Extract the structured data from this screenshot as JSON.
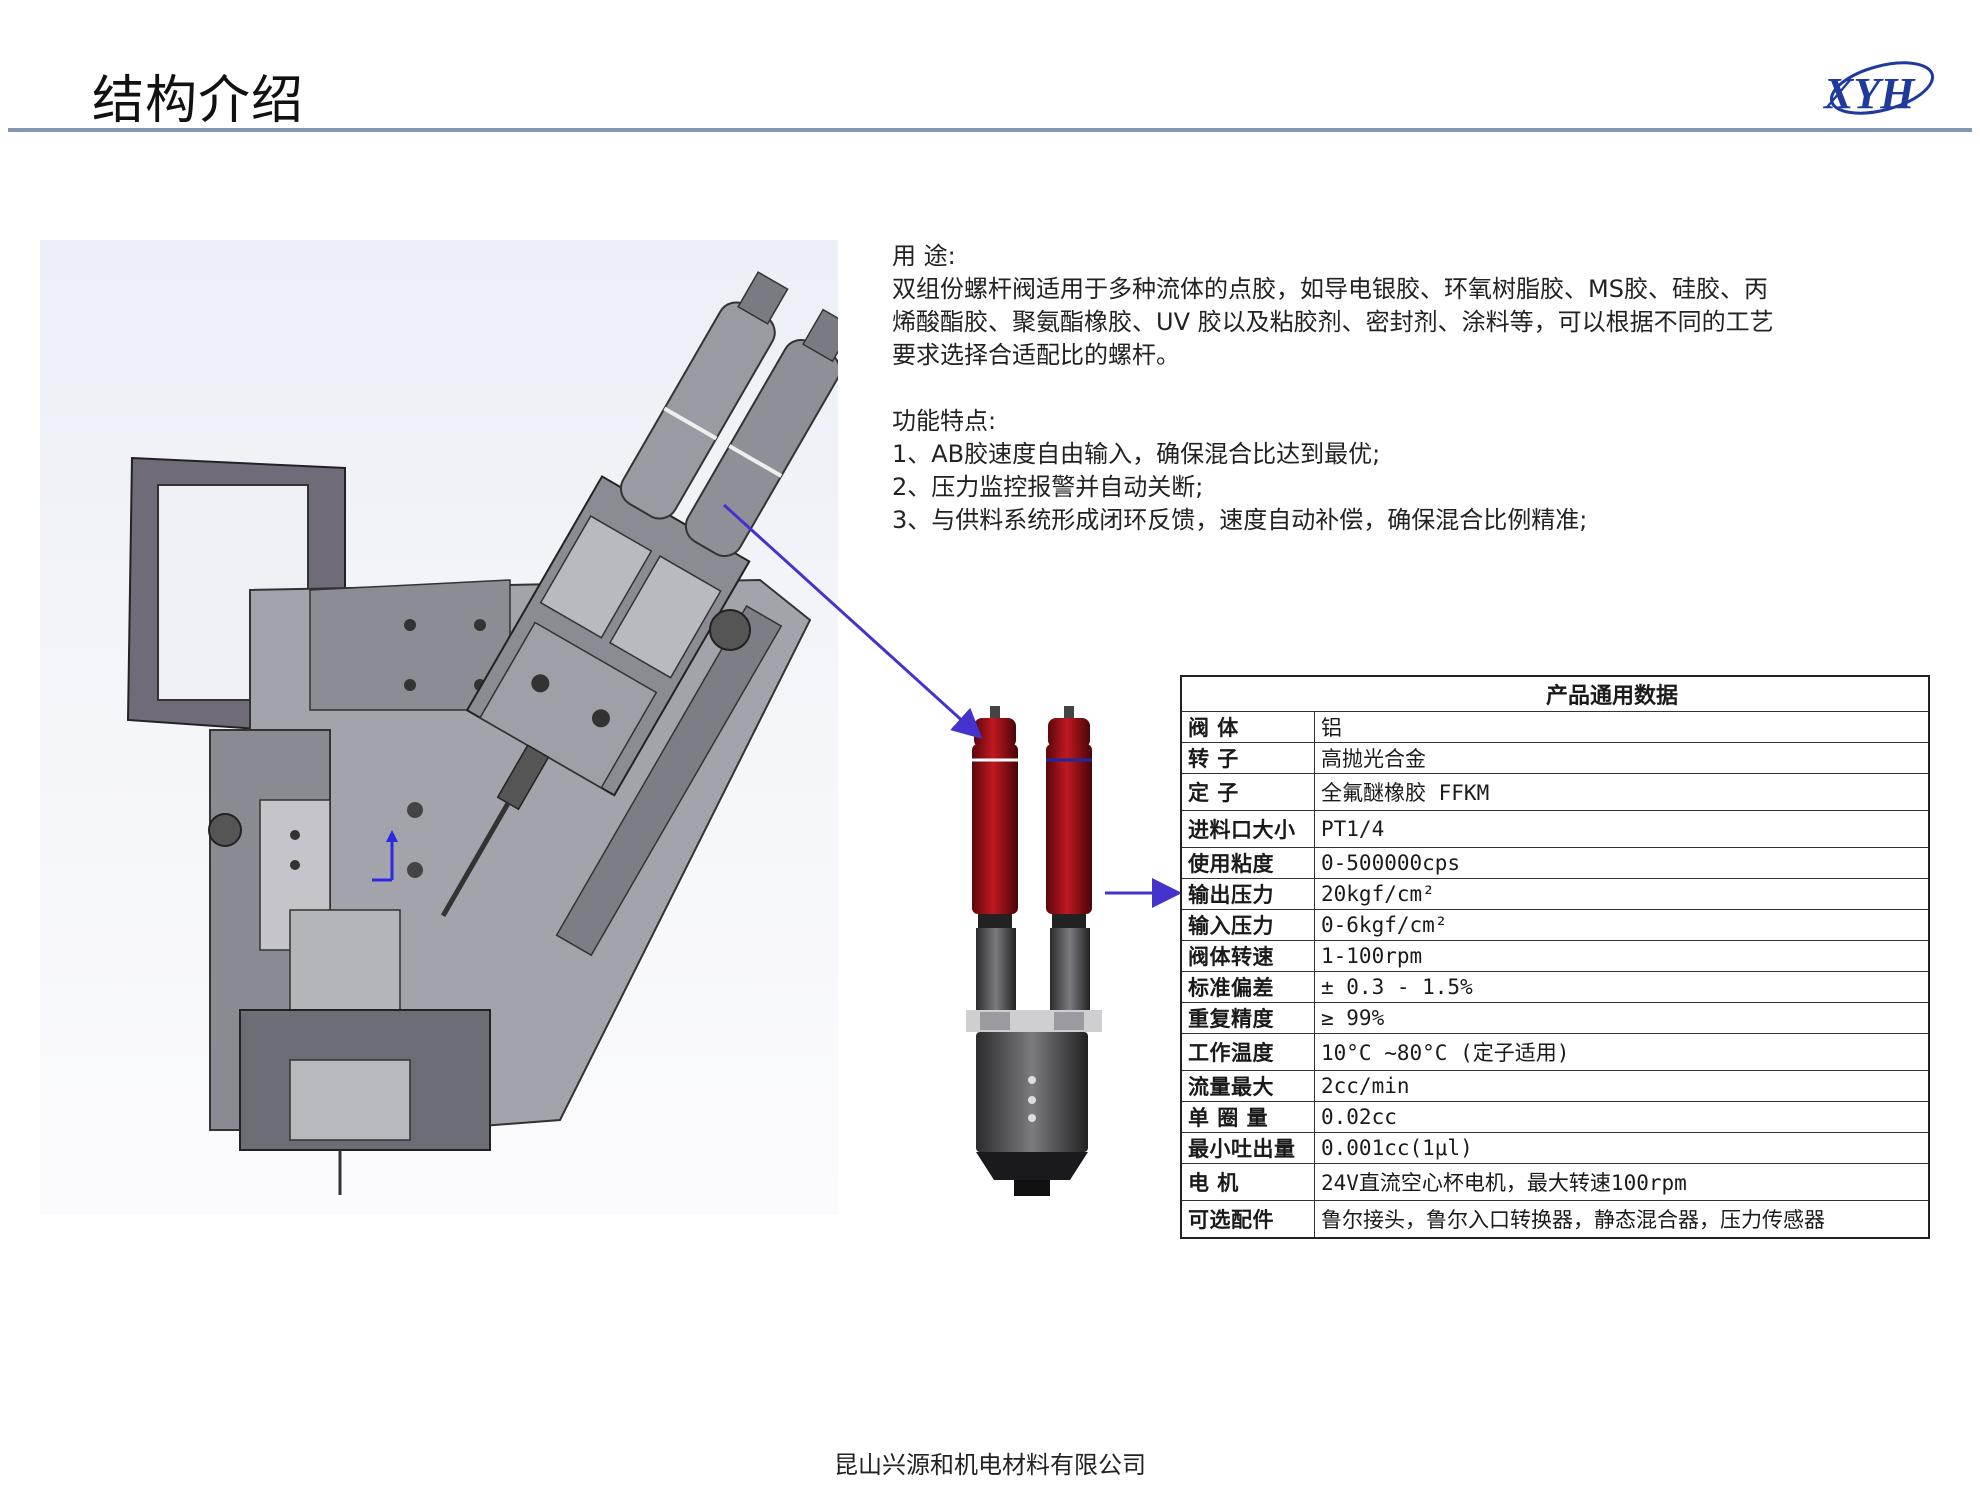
{
  "header": {
    "title": "结构介绍",
    "logo_text": "XYH",
    "rule_color": "#8497b0",
    "logo_color": "#1f3a9c"
  },
  "description": {
    "usage_heading": "用  途:",
    "usage_lines": [
      "双组份螺杆阀适用于多种流体的点胶，如导电银胶、环氧树脂胶、MS胶、硅胶、丙",
      "烯酸酯胶、聚氨酯橡胶、UV 胶以及粘胶剂、密封剂、涂料等，可以根据不同的工艺",
      "要求选择合适配比的螺杆。"
    ],
    "features_heading": "功能特点:",
    "features": [
      "1、AB胶速度自由输入，确保混合比达到最优;",
      "2、压力监控报警并自动关断;",
      "3、与供料系统形成闭环反馈，速度自动补偿，确保混合比例精准;"
    ]
  },
  "images": {
    "cad_model": "assembly-cad-icon",
    "valve_photo": "dual-valve-icon",
    "arrow_color": "#4433cc",
    "valve_red": "#9b0f14"
  },
  "spec_table": {
    "title": "产品通用数据",
    "rows": [
      {
        "key": "阀    体",
        "value": "铝"
      },
      {
        "key": "转    子",
        "value": "高抛光合金"
      },
      {
        "key": "定    子",
        "value": "全氟醚橡胶 FFKM"
      },
      {
        "key": "进料口大小",
        "value": "PT1/4"
      },
      {
        "key": "使用粘度",
        "value": "0-500000cps"
      },
      {
        "key": "输出压力",
        "value": "20kgf/cm²"
      },
      {
        "key": "输入压力",
        "value": "0-6kgf/cm²"
      },
      {
        "key": "阀体转速",
        "value": "1-100rpm"
      },
      {
        "key": "标准偏差",
        "value": "± 0.3 - 1.5%"
      },
      {
        "key": "重复精度",
        "value": "≥ 99%"
      },
      {
        "key": "工作温度",
        "value": "10°C ~80°C (定子适用)"
      },
      {
        "key": "流量最大",
        "value": "2cc/min"
      },
      {
        "key": "单 圈 量",
        "value": "0.02cc"
      },
      {
        "key": "最小吐出量",
        "value": "0.001cc(1μl)"
      },
      {
        "key": "电    机",
        "value": "24V直流空心杯电机，最大转速100rpm"
      },
      {
        "key": "可选配件",
        "value": "鲁尔接头，鲁尔入口转换器，静态混合器，压力传感器"
      }
    ]
  },
  "footer": {
    "company": "昆山兴源和机电材料有限公司"
  }
}
